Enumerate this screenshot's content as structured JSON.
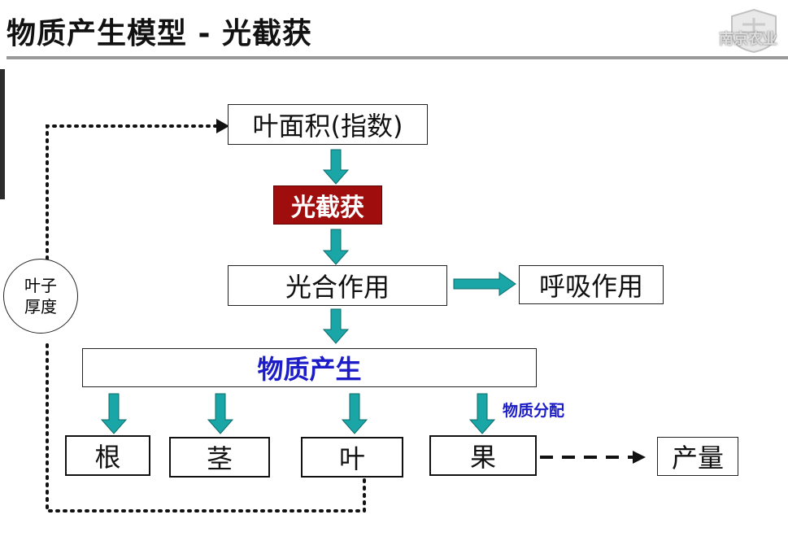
{
  "title": "物质产生模型 - 光截获",
  "logo": {
    "text": "南京农业",
    "icon": "university-seal-icon"
  },
  "nodes": {
    "leaf_area": "叶面积(指数)",
    "interception": "光截获",
    "photosynthesis": "光合作用",
    "respiration": "呼吸作用",
    "matter_production": "物质产生",
    "leaf_thickness_line1": "叶子",
    "leaf_thickness_line2": "厚度",
    "root": "根",
    "stem": "茎",
    "leaf": "叶",
    "fruit": "果",
    "yield": "产量"
  },
  "labels": {
    "allocation": "物质分配"
  },
  "colors": {
    "arrow": "#1aa6a6",
    "interception_bg": "#a00d0d",
    "emphasis_text": "#1c1cc8"
  }
}
